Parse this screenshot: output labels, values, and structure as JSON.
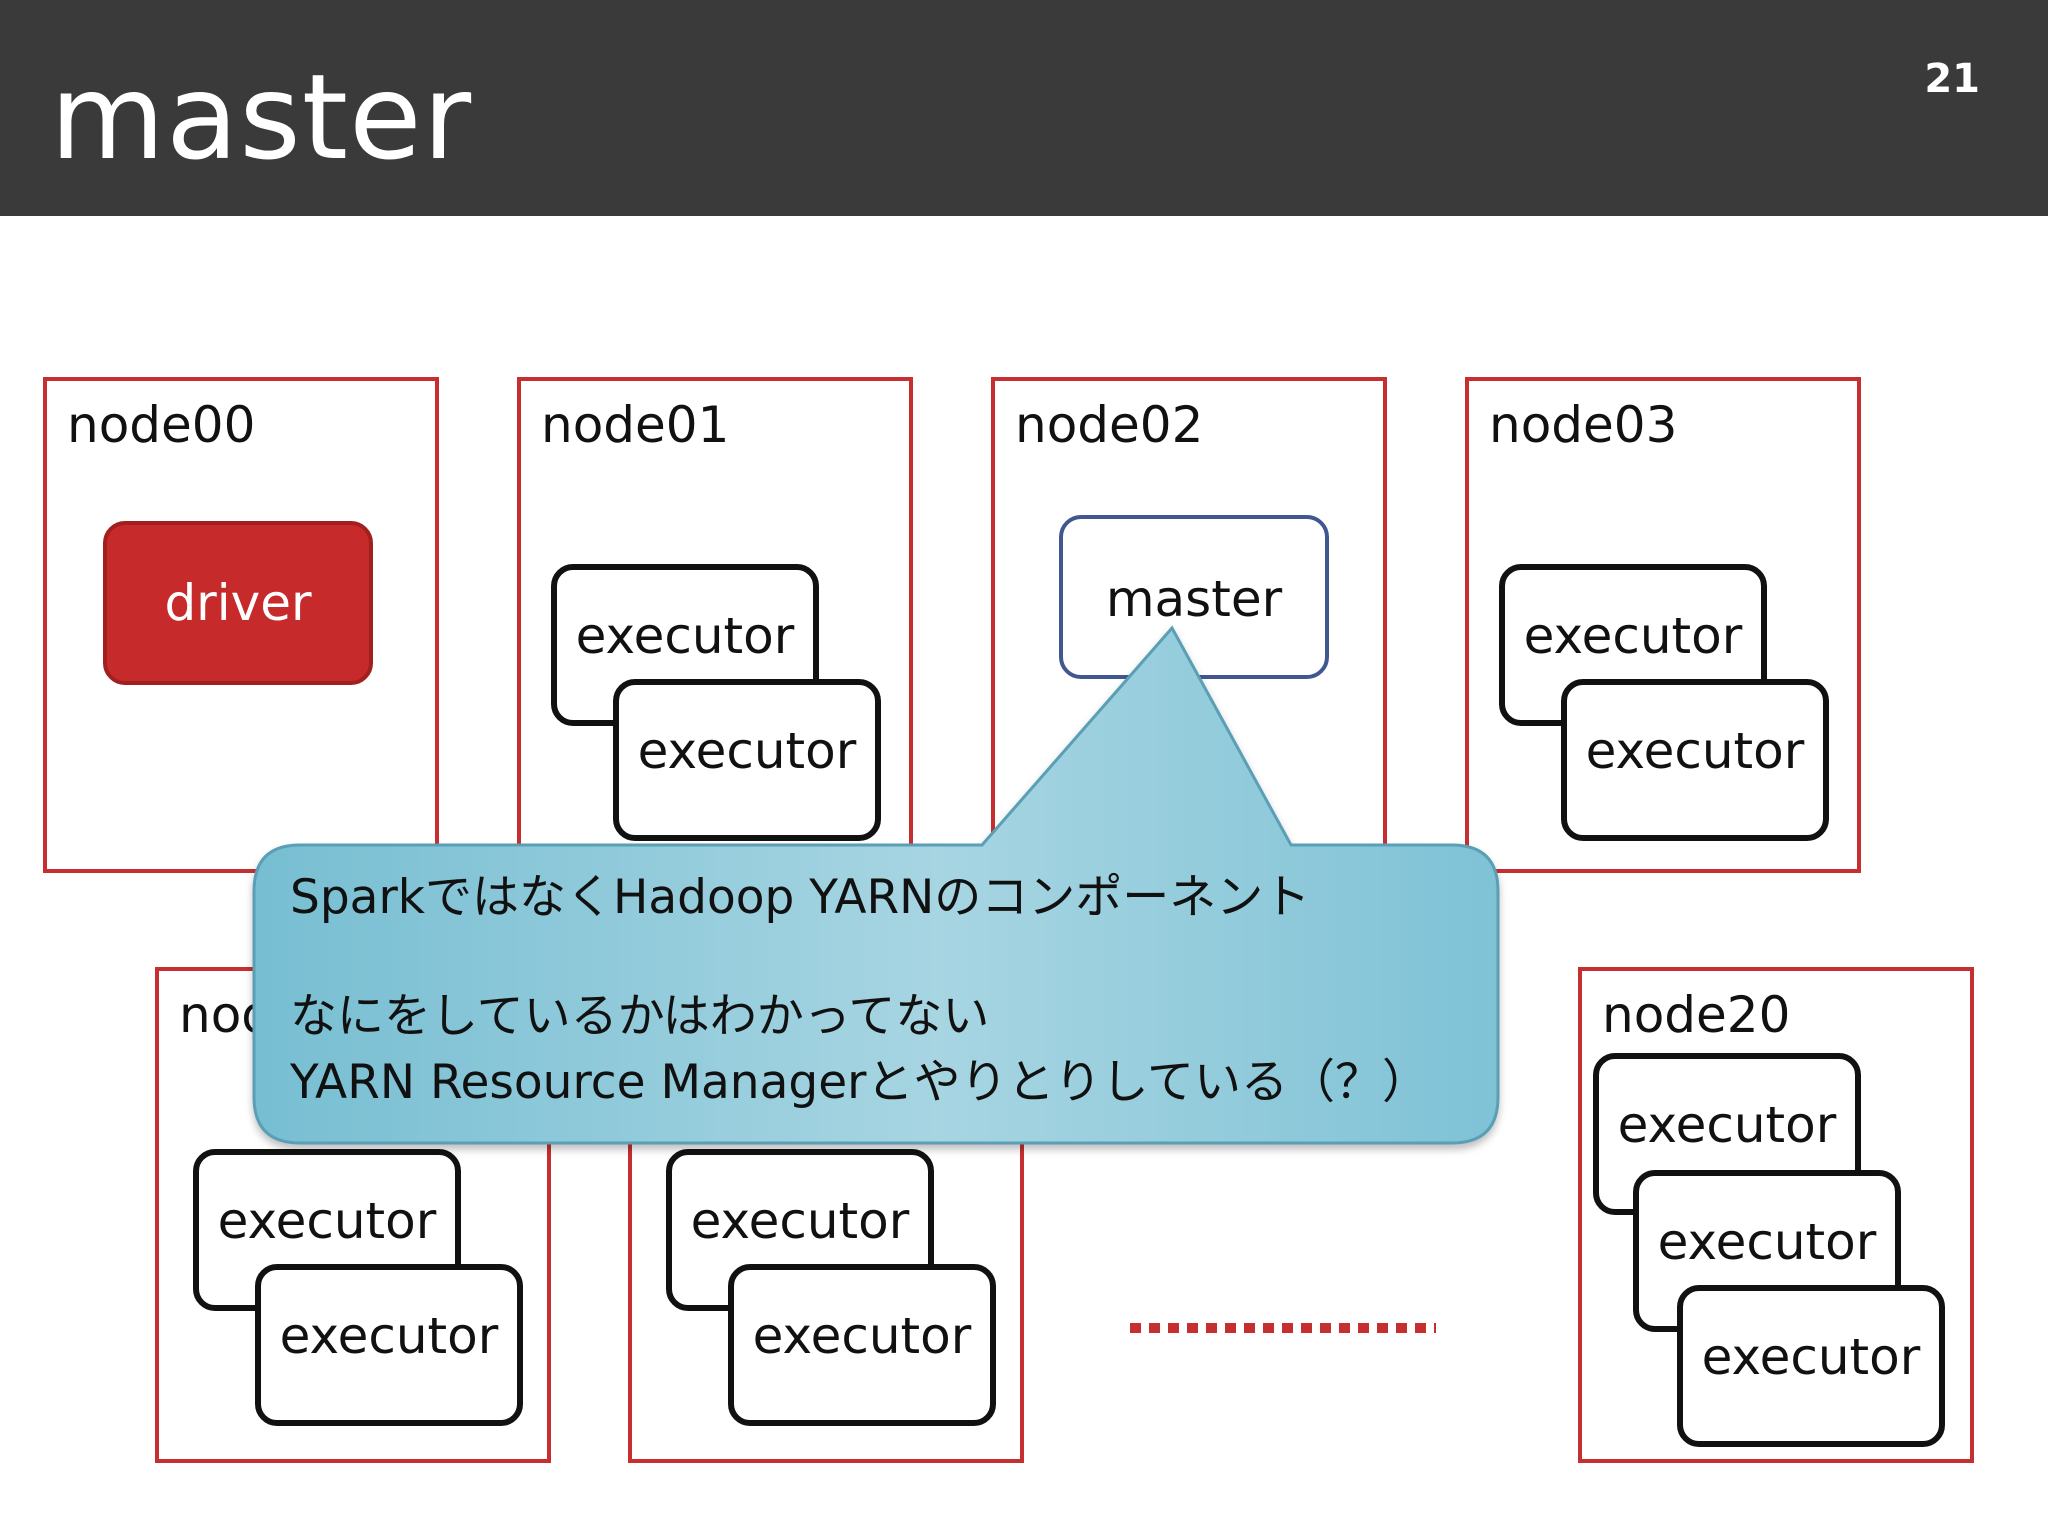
{
  "slide": {
    "title": "master",
    "page_number": "21"
  },
  "nodes": {
    "node00": "node00",
    "node01": "node01",
    "node02": "node02",
    "node03": "node03",
    "node10": "node10",
    "node20": "node20"
  },
  "components": {
    "driver": "driver",
    "master": "master",
    "executor": "executor"
  },
  "callout": {
    "line1": "SparkではなくHadoop YARNのコンポーネント",
    "line2": "なにをしているかはわかってない",
    "line3": "YARN Resource Managerとやりとりしている（？）"
  },
  "colors": {
    "header_bg": "#3a3a3a",
    "node_border": "#c62f2f",
    "driver_fill": "#c62a2a",
    "master_border": "#41578f",
    "callout_fill": "#9fd0de",
    "callout_border": "#5a9fb5"
  }
}
